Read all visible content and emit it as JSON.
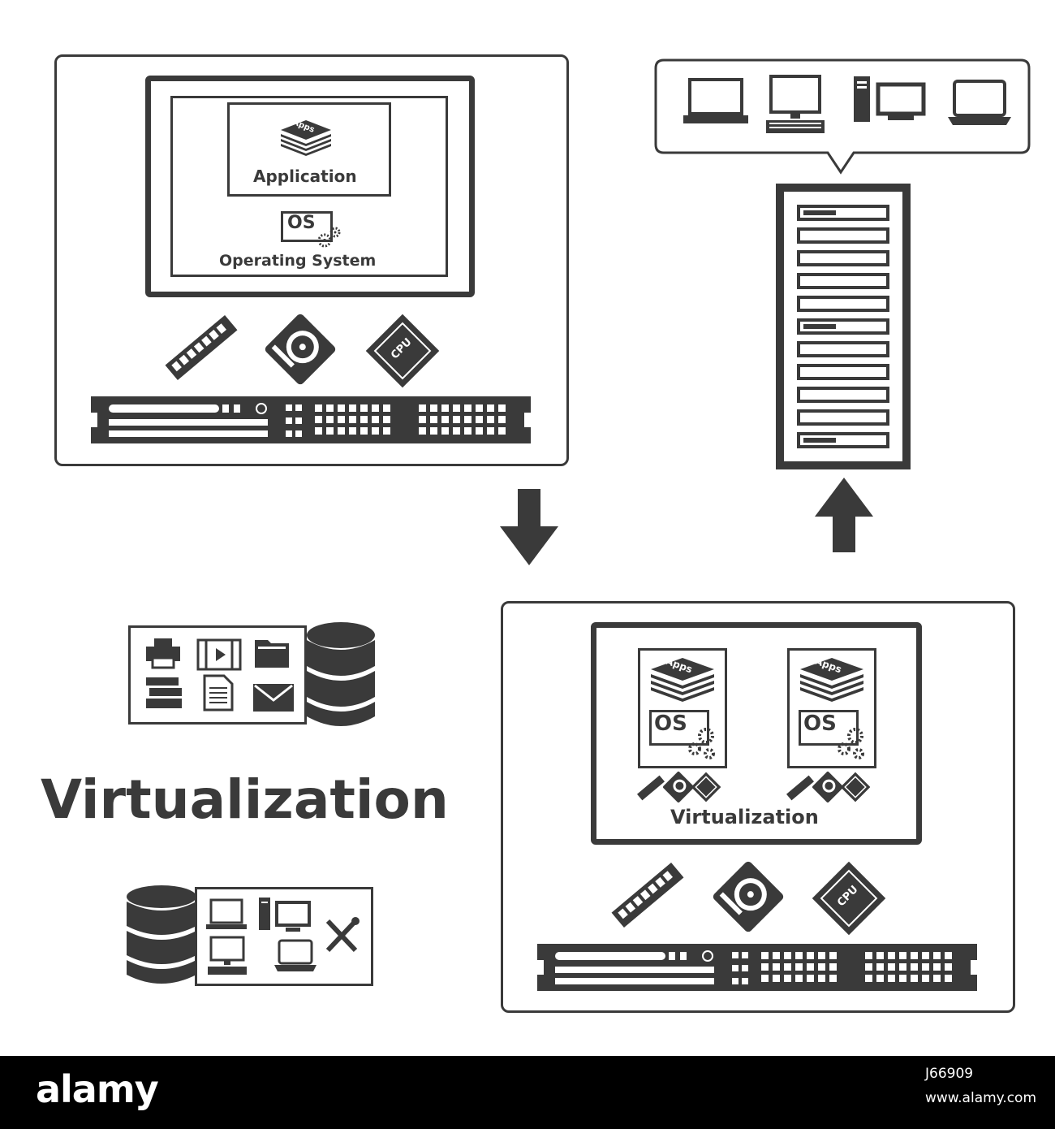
{
  "legacy": {
    "application_label": "Application",
    "apps_badge": "Apps",
    "os_badge": "OS",
    "os_label": "Operating System",
    "cpu_label": "CPU"
  },
  "virtualized": {
    "apps_badge": "Apps",
    "os_badge": "OS",
    "cpu_label": "CPU",
    "layer_label": "Virtualization"
  },
  "main_title": "Virtualization",
  "watermark": {
    "brand": "alamy",
    "image_id": "J66909",
    "url": "www.alamy.com"
  },
  "colors": {
    "ink": "#3a3a3a",
    "footer": "#000000",
    "background": "#ffffff"
  }
}
